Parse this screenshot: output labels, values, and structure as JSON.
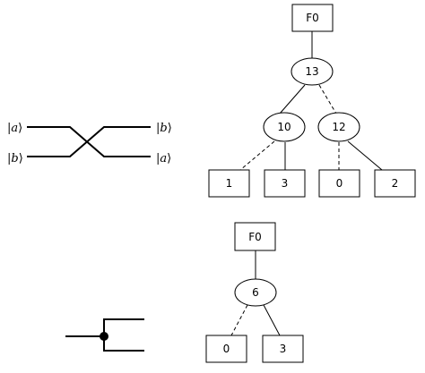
{
  "swap": {
    "left_top": "a",
    "left_bottom": "b",
    "right_top": "b",
    "right_bottom": "a"
  },
  "tree1": {
    "root": "F0",
    "node_top": "13",
    "node_left": "10",
    "node_right": "12",
    "leaf_1": "1",
    "leaf_2": "3",
    "leaf_3": "0",
    "leaf_4": "2"
  },
  "tree2": {
    "root": "F0",
    "node": "6",
    "leaf_1": "0",
    "leaf_2": "3"
  }
}
